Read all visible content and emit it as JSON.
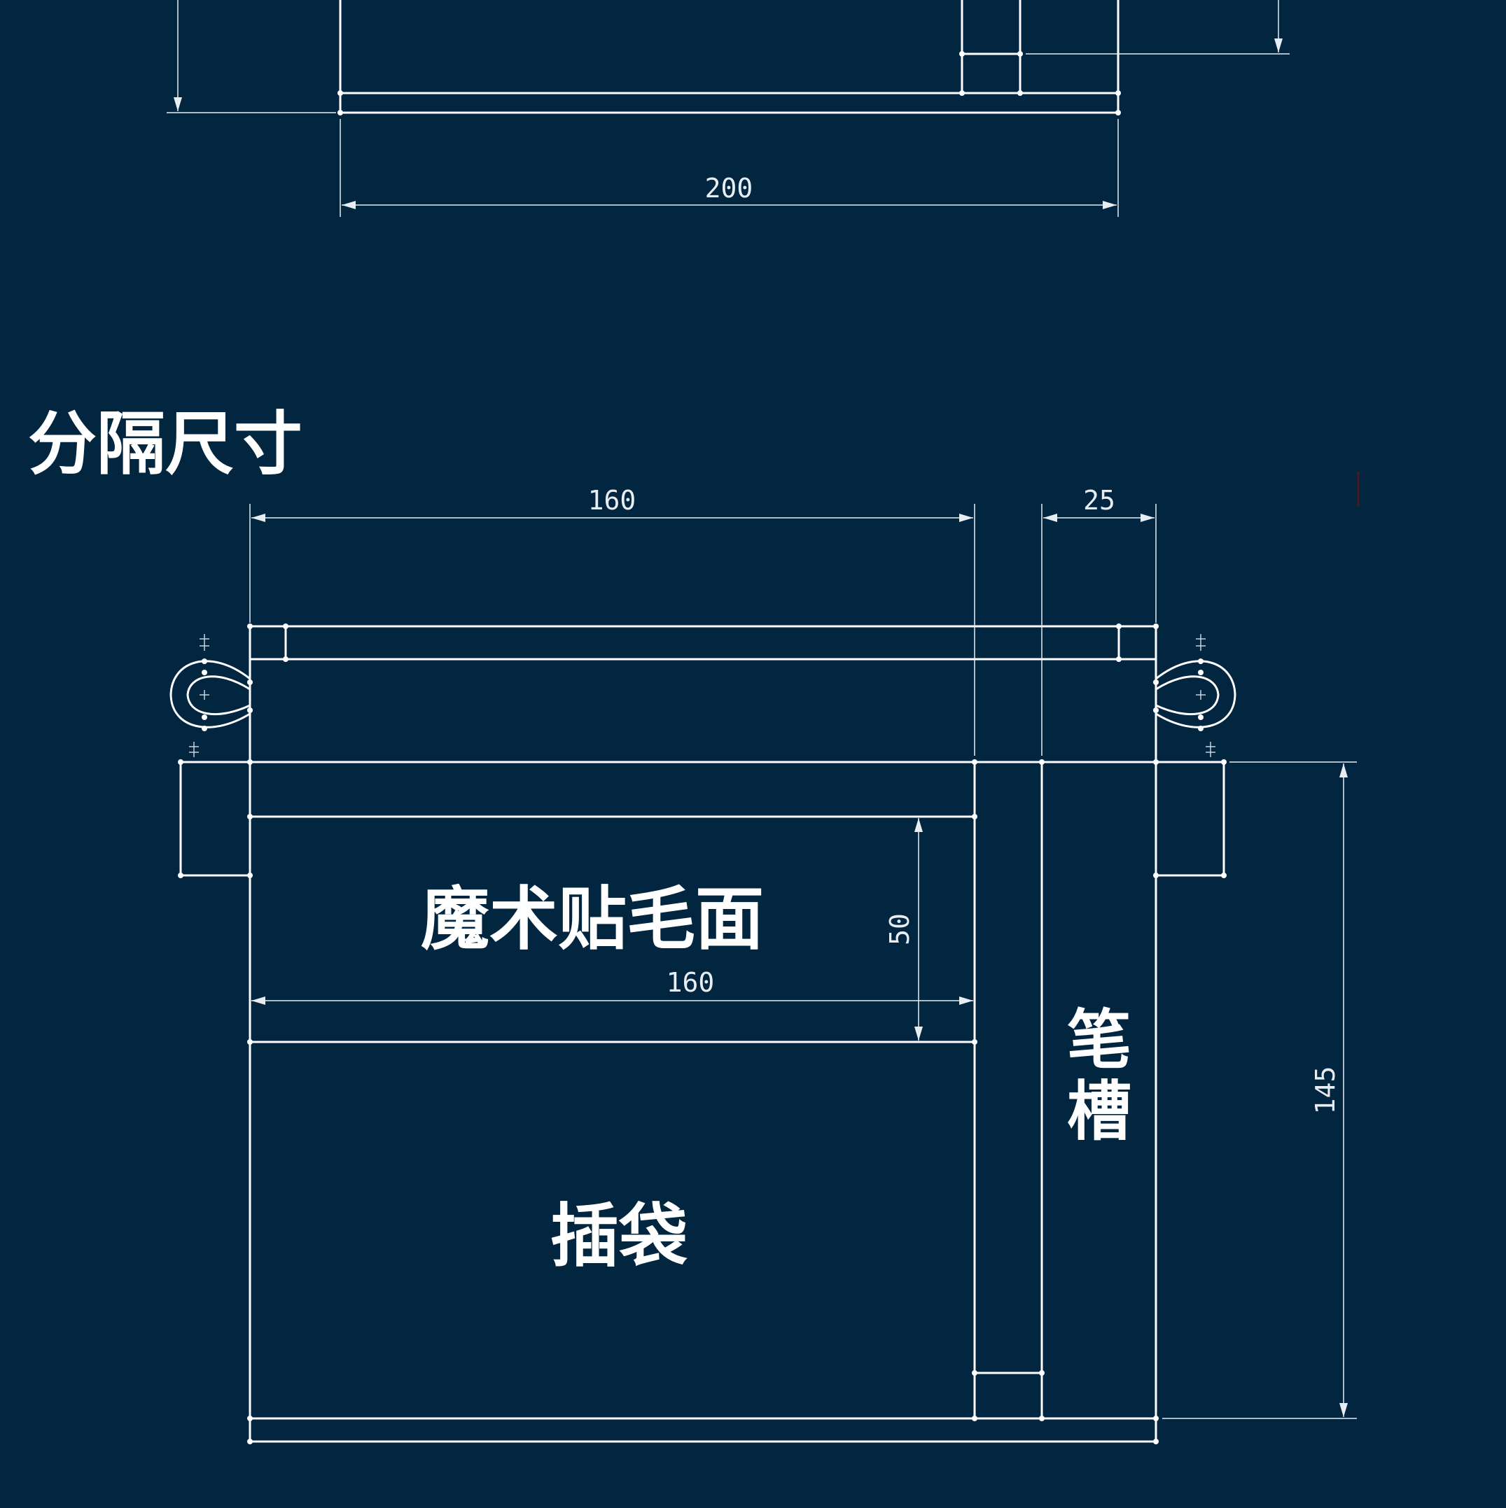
{
  "title": "分隔尺寸",
  "colors": {
    "background": "#022540",
    "line": "#ffffff",
    "dim": "#e6edf3"
  },
  "top_view": {
    "dimension_width": "200"
  },
  "divider_view": {
    "dim_top_left": "160",
    "dim_top_right": "25",
    "dim_inner_width": "160",
    "dim_velcro_height": "50",
    "dim_total_height": "145",
    "label_velcro": "魔术贴毛面",
    "label_pen_slot": "笔槽",
    "label_pocket": "插袋"
  }
}
